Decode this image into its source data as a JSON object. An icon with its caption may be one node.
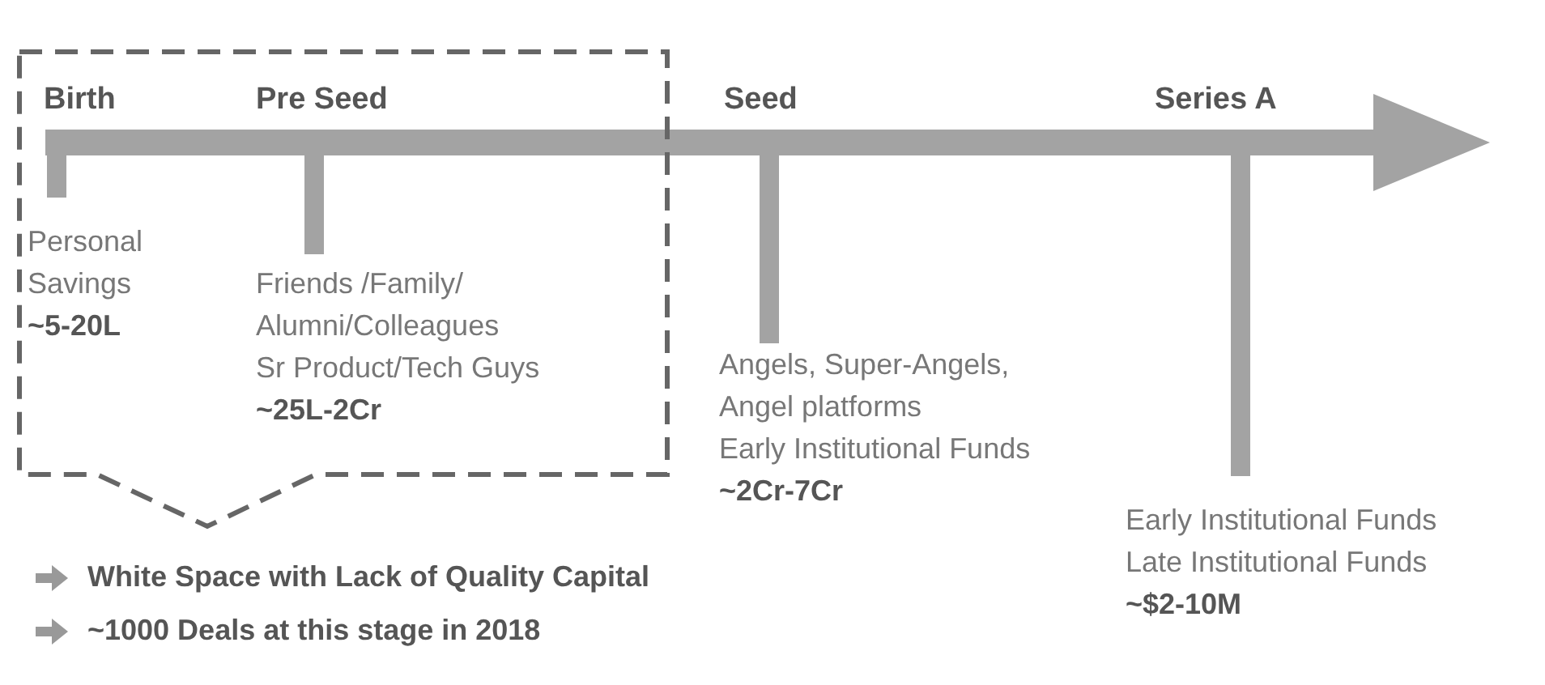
{
  "diagram": {
    "nodes": [
      {
        "text": [],
        "shape": "box"
      },
      {
        "text": [
          "Birth",
          "Personal Savings",
          "~5-20L"
        ],
        "in": 0
      },
      {
        "text": [
          "Pre Seed",
          "Friends /Family/ Alumni/Colleagues",
          "Sr Product/Tech Guys",
          "~25L-2Cr"
        ],
        "in": 0
      },
      {
        "text": [
          "Seed",
          "Angels, Super-Angels, Angel platforms",
          "Early Institutional Funds",
          "~2Cr-7Cr"
        ]
      },
      {
        "text": [
          "Series A",
          "Early Institutional Funds",
          "Late Institutional Funds",
          "~$2-10M"
        ]
      }
    ],
    "edges": [],
    "labels": [
      "White Space with Lack of Quality Capital",
      "~1000 Deals at this stage in 2018"
    ]
  }
}
